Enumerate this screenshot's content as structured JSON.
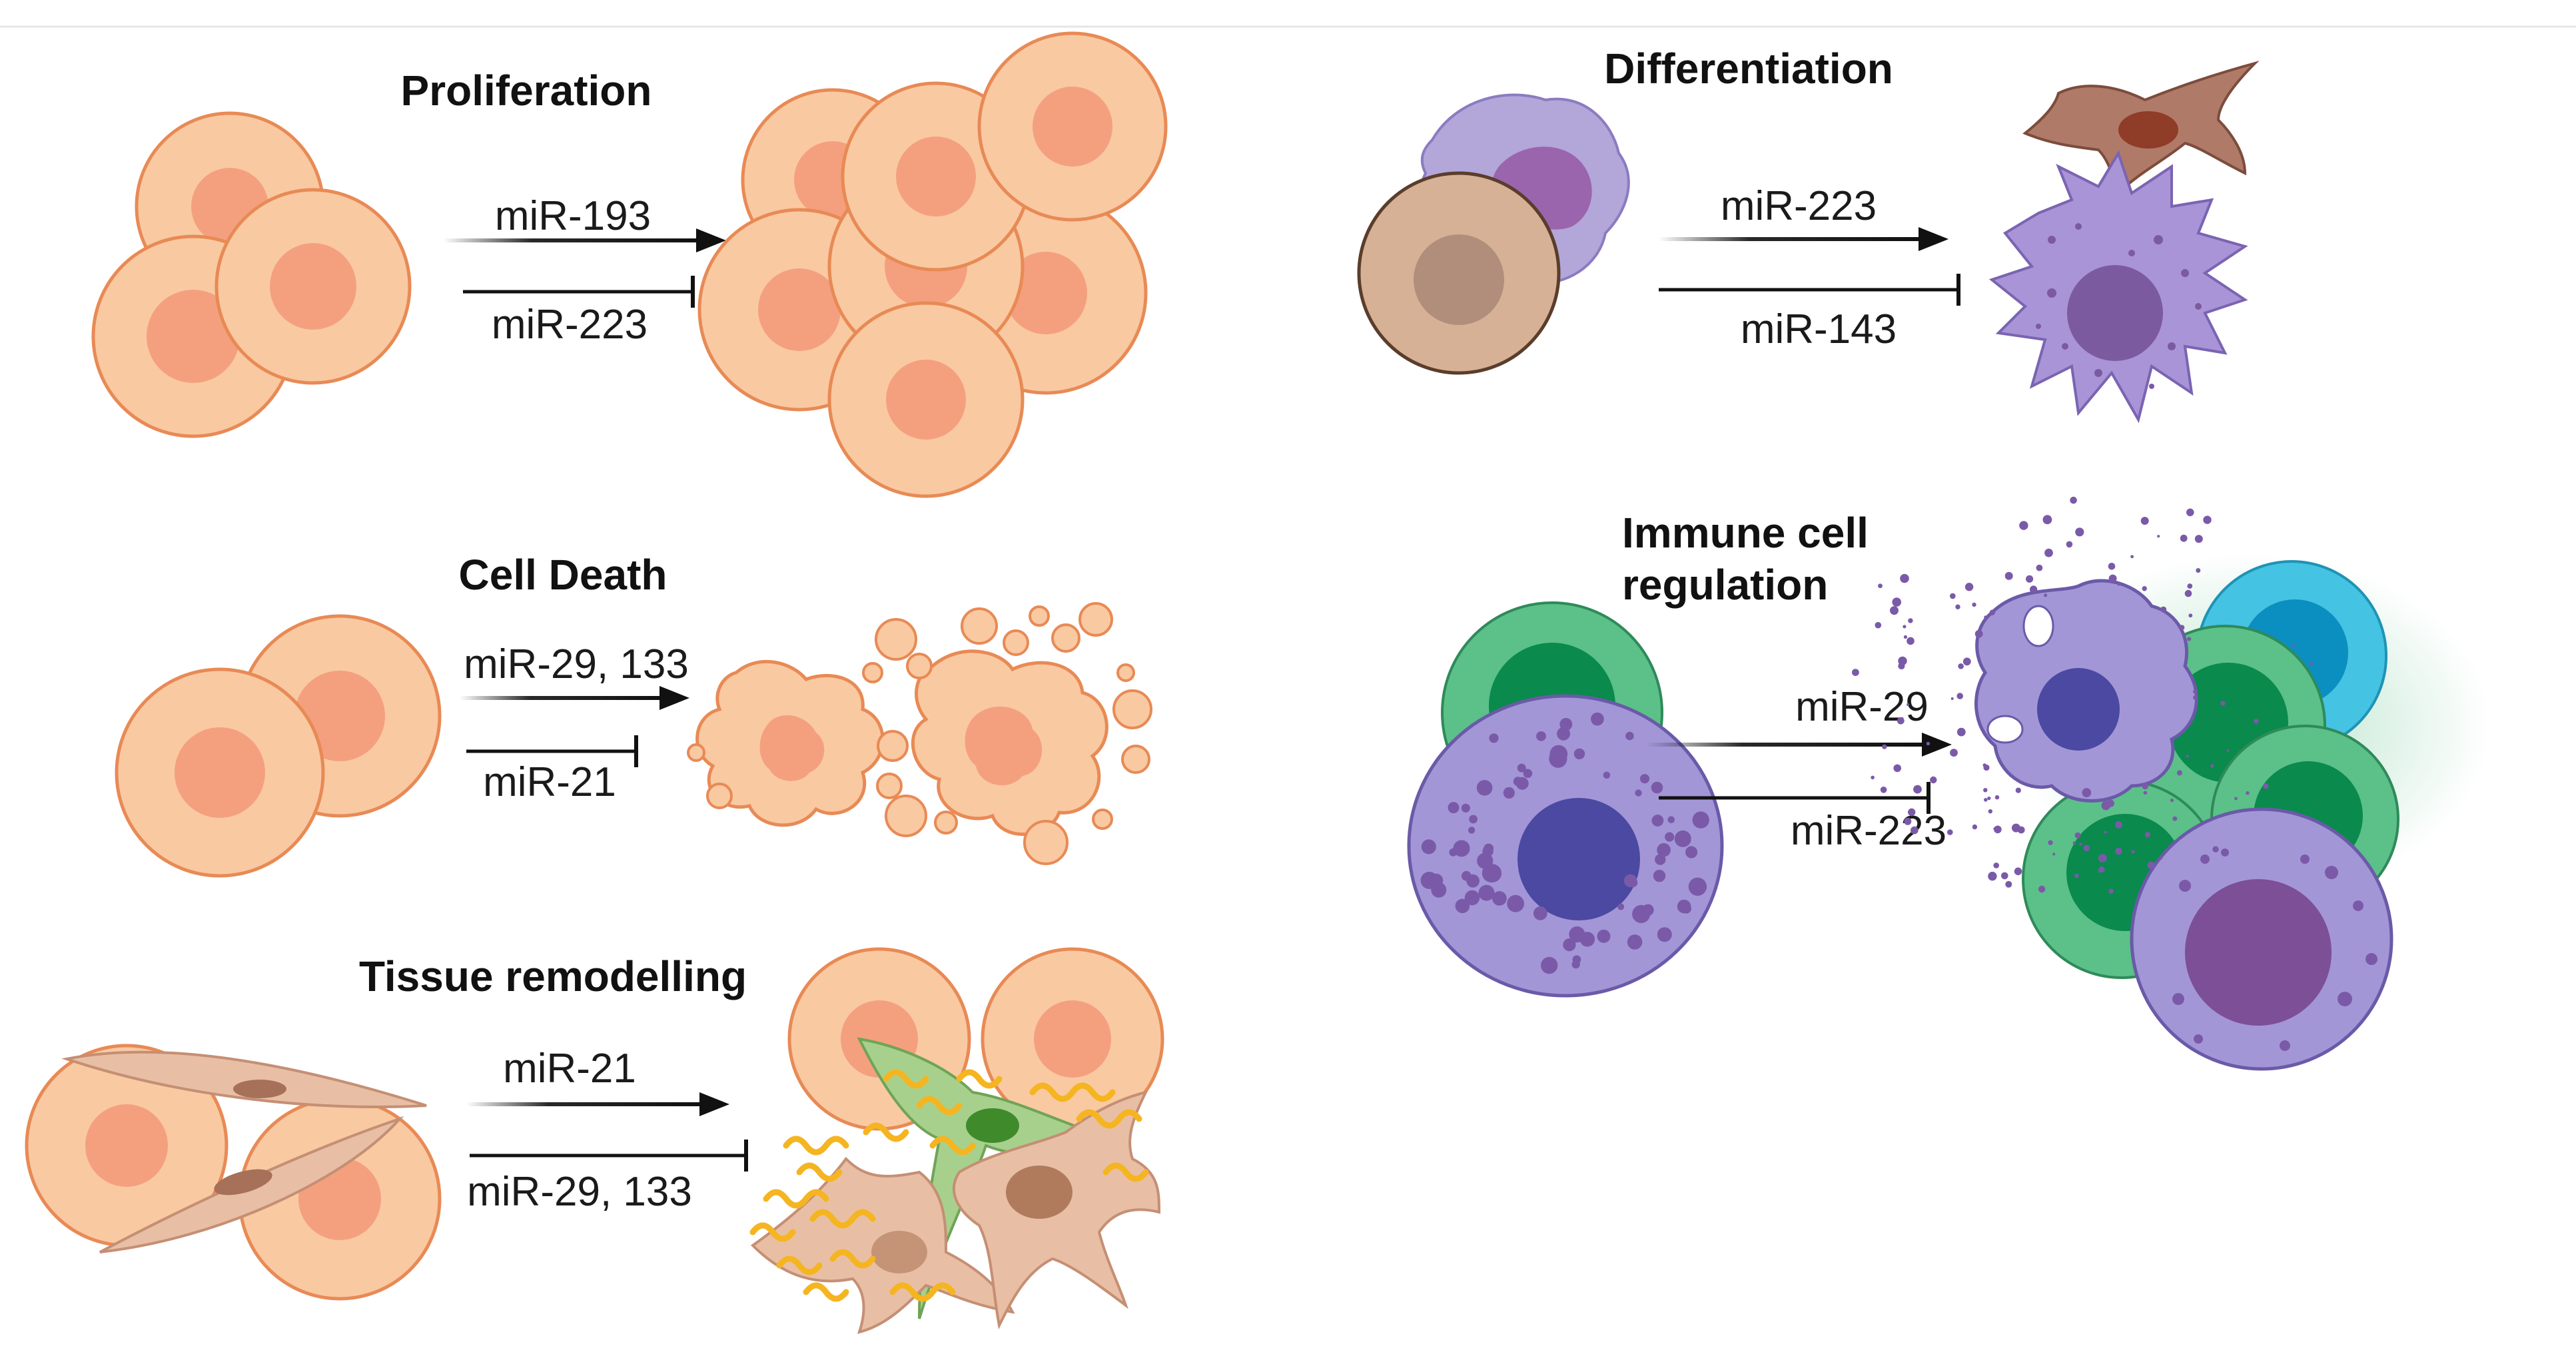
{
  "panels": {
    "proliferation": {
      "title": "Proliferation",
      "promote": "miR-193",
      "inhibit": "miR-223"
    },
    "cell_death": {
      "title": "Cell Death",
      "promote": "miR-29, 133",
      "inhibit": "miR-21"
    },
    "tissue_remodelling": {
      "title": "Tissue remodelling",
      "promote": "miR-21",
      "inhibit": "miR-29, 133"
    },
    "differentiation": {
      "title": "Differentiation",
      "promote": "miR-223",
      "inhibit": "miR-143"
    },
    "immune": {
      "title_line1": "Immune cell",
      "title_line2": "regulation",
      "promote": "miR-29",
      "inhibit": "miR-223"
    }
  },
  "colors": {
    "cell_fill": "#f9c9a2",
    "cell_edge": "#e88a55",
    "nucleus": "#f4a07f",
    "fibroblast": "#e8bfa5",
    "collagen": "#f5b521",
    "green_cell": "#5cc089",
    "blue_cell": "#44c3e3",
    "purple_cell": "#a593d5",
    "nucleus_dark": "#4b49a1",
    "arrow": "#111111"
  }
}
